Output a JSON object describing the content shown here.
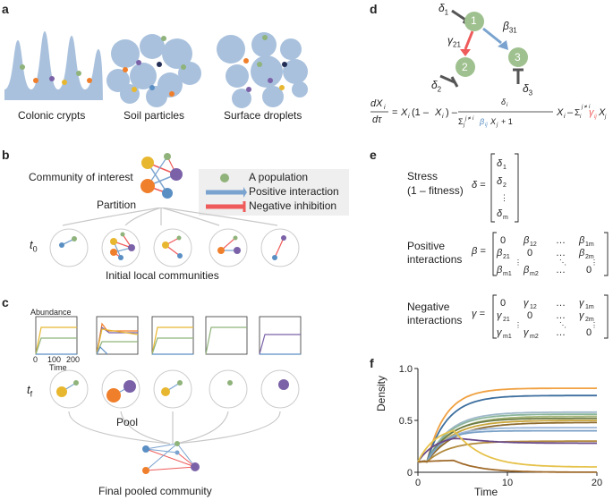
{
  "panels": {
    "a": "a",
    "b": "b",
    "c": "c",
    "d": "d",
    "e": "e",
    "f": "f"
  },
  "panel_a": {
    "labels": [
      "Colonic crypts",
      "Soil particles",
      "Surface droplets"
    ]
  },
  "panel_b": {
    "community_label": "Community of interest",
    "legend": [
      "A population",
      "Positive interaction",
      "Negative inhibition"
    ],
    "partition_label": "Partition",
    "t0_label": "t",
    "t0_sub": "0",
    "initial_label": "Initial local communities"
  },
  "panel_c": {
    "abundance_label": "Abundance",
    "time_label": "Time",
    "ticks": [
      "0",
      "100",
      "200"
    ],
    "tf_label": "t",
    "tf_sub": "f",
    "pool_label": "Pool",
    "final_label": "Final pooled community"
  },
  "panel_d": {
    "nodes": [
      "1",
      "2",
      "3"
    ],
    "delta1": "δ",
    "delta1_sub": "1",
    "delta2": "δ",
    "delta2_sub": "2",
    "delta3": "δ",
    "delta3_sub": "3",
    "gamma21": "γ",
    "gamma21_sub": "21",
    "beta31": "β",
    "beta31_sub": "31"
  },
  "panel_e": {
    "stress_label": "Stress",
    "fitness_label": "(1 – fitness)",
    "positive_label1": "Positive",
    "positive_label2": "interactions",
    "negative_label1": "Negative",
    "negative_label2": "interactions"
  },
  "chart_data": {
    "type": "line",
    "xlabel": "Time",
    "ylabel": "Density",
    "xlim": [
      0,
      20
    ],
    "ylim": [
      0,
      1.0
    ],
    "xticks": [
      "0",
      "10",
      "20"
    ],
    "yticks": [
      "0",
      "0.5",
      "1.0"
    ],
    "series": [
      {
        "color": "#f0a040",
        "final": 0.81,
        "rate": 0.6
      },
      {
        "color": "#3d6e9e",
        "final": 0.74,
        "rate": 0.55
      },
      {
        "color": "#9fb8c9",
        "final": 0.58,
        "rate": 0.5
      },
      {
        "color": "#8ab59a",
        "final": 0.56,
        "rate": 0.5
      },
      {
        "color": "#a5b77a",
        "final": 0.54,
        "rate": 0.45
      },
      {
        "color": "#6d7b45",
        "final": 0.52,
        "rate": 0.5
      },
      {
        "color": "#c9a63a",
        "final": 0.5,
        "rate": 0.45
      },
      {
        "color": "#8d6a2c",
        "final": 0.48,
        "rate": 0.4
      },
      {
        "color": "#9db7d8",
        "final": 0.43,
        "rate": 0.6
      },
      {
        "color": "#7aa1c7",
        "final": 0.4,
        "rate": 0.7
      },
      {
        "color": "#b28a3d",
        "final": 0.3,
        "rate": 0.5
      },
      {
        "color": "#6a4a8a",
        "final": 0.28,
        "rate": 0.5,
        "peak": 0.36
      },
      {
        "color": "#e6c24a",
        "final": 0.05,
        "rate": 0.5,
        "peak": 0.45
      },
      {
        "color": "#a06a2a",
        "final": 0.0,
        "rate": 0.3,
        "peak": 0.12
      }
    ]
  },
  "colors": {
    "yellow": "#e8b730",
    "orange": "#f07f2b",
    "purple": "#7b62a8",
    "blue": "#5a8fc4",
    "green": "#8fb37a",
    "blob": "#a9c1dd",
    "pos": "#7aa3cf",
    "neg": "#ef5a5a"
  }
}
